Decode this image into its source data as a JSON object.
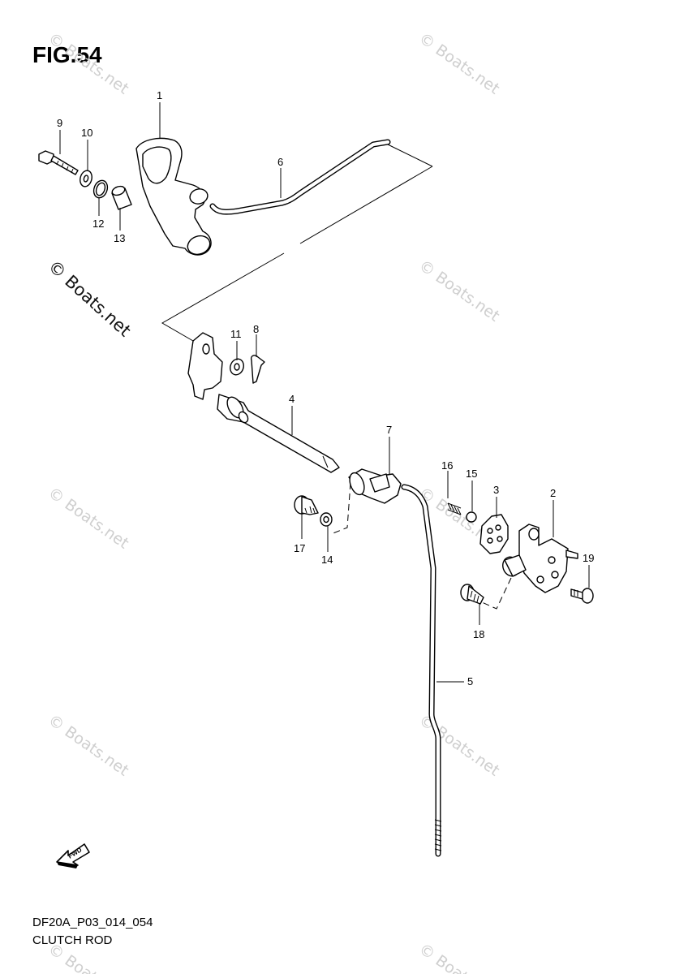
{
  "figure": {
    "title": "FIG.54",
    "code": "DF20A_P03_014_054",
    "name": "CLUTCH ROD"
  },
  "watermark": {
    "text": "© Boats.net"
  },
  "callouts": [
    "1",
    "2",
    "3",
    "4",
    "5",
    "6",
    "7",
    "8",
    "9",
    "10",
    "11",
    "12",
    "13",
    "14",
    "15",
    "16",
    "17",
    "18",
    "19"
  ],
  "fwd_label": "FWD"
}
